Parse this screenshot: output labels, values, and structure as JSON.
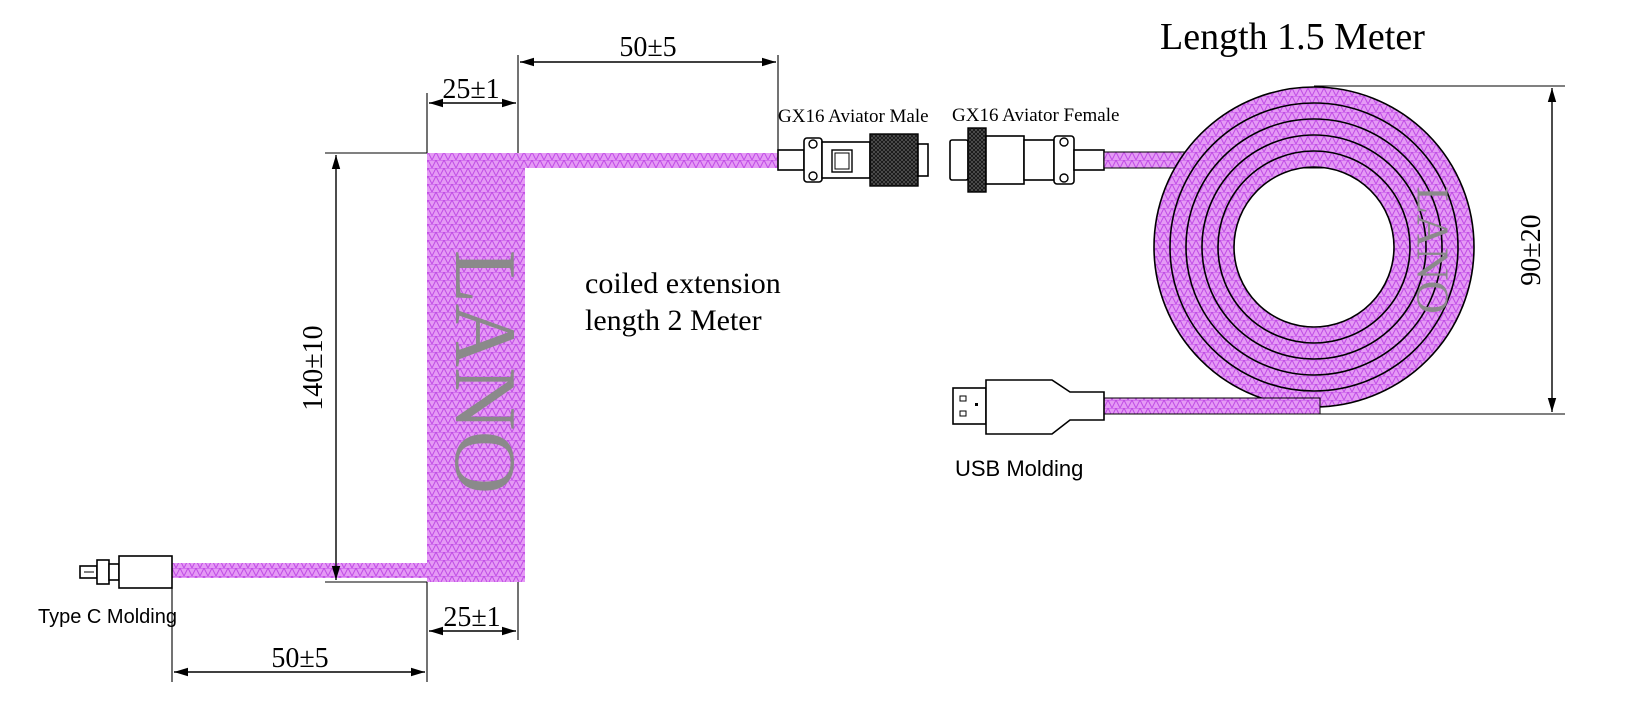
{
  "title": "Length 1.5 Meter",
  "coil_label": {
    "line1": "coiled extension",
    "line2": "length 2 Meter"
  },
  "connectors": {
    "aviator_male": "GX16 Aviator Male",
    "aviator_female": "GX16 Aviator Female",
    "usb": "USB Molding",
    "type_c": "Type C Molding"
  },
  "brand": "LANO",
  "dimensions": {
    "top_lead": "50±5",
    "top_coil_offset": "25±1",
    "coil_height": "140±10",
    "bottom_coil_offset": "25±1",
    "bottom_lead": "50±5",
    "loop_diameter": "90±20"
  },
  "colors": {
    "cable": "#d98cf2",
    "cable_mesh": "#b93fe0",
    "brand_text": "#8a8a8a"
  }
}
